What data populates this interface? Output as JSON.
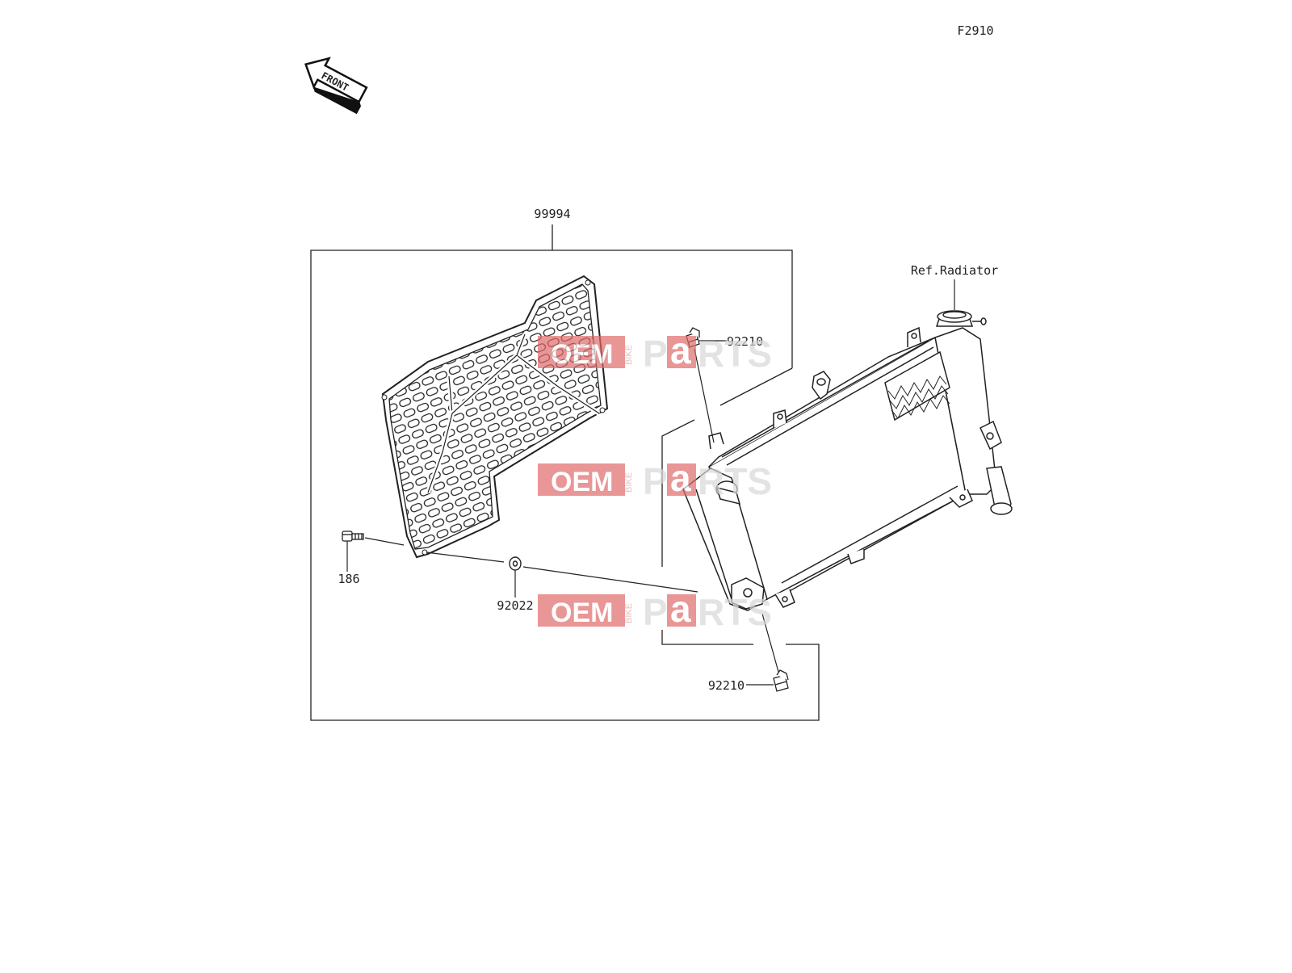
{
  "figure_code": "F2910",
  "front_arrow": {
    "label": "FRONT",
    "icon": "front-direction-arrow-icon"
  },
  "callouts": {
    "kit": "99994",
    "bolt": "186",
    "washer": "92022",
    "clip_upper": "92210",
    "clip_lower": "92210",
    "reference": "Ref.Radiator"
  },
  "watermark": {
    "oem": "OEM",
    "bike": "BIKE",
    "p": "P",
    "a": "a",
    "rts": "RTS"
  },
  "colors": {
    "line": "#222222",
    "watermark_red": "#e06a6a",
    "watermark_gray": "#d8d8d8"
  }
}
